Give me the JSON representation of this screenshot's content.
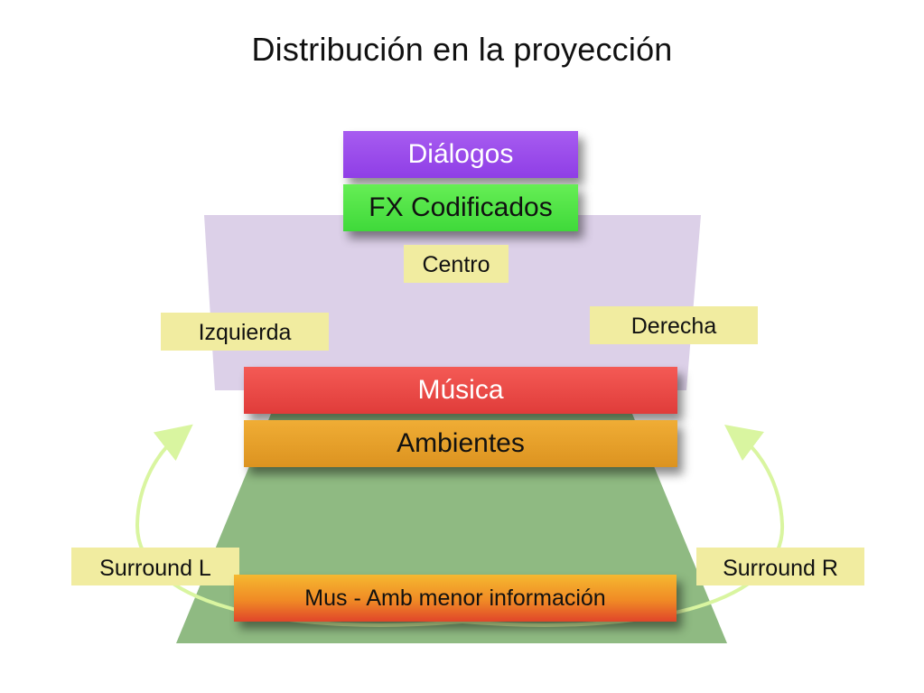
{
  "title": "Distribución en la proyección",
  "bars": {
    "dialogos": "Diálogos",
    "fx": "FX Codificados",
    "musica": "Música",
    "ambientes": "Ambientes",
    "mus_amb": "Mus - Amb menor información"
  },
  "labels": {
    "centro": "Centro",
    "izquierda": "Izquierda",
    "derecha": "Derecha",
    "surround_l": "Surround L",
    "surround_r": "Surround R"
  },
  "colors": {
    "screen": "#dcd0e8",
    "floor": "#8fba82",
    "arrow": "#d9f5a0"
  }
}
